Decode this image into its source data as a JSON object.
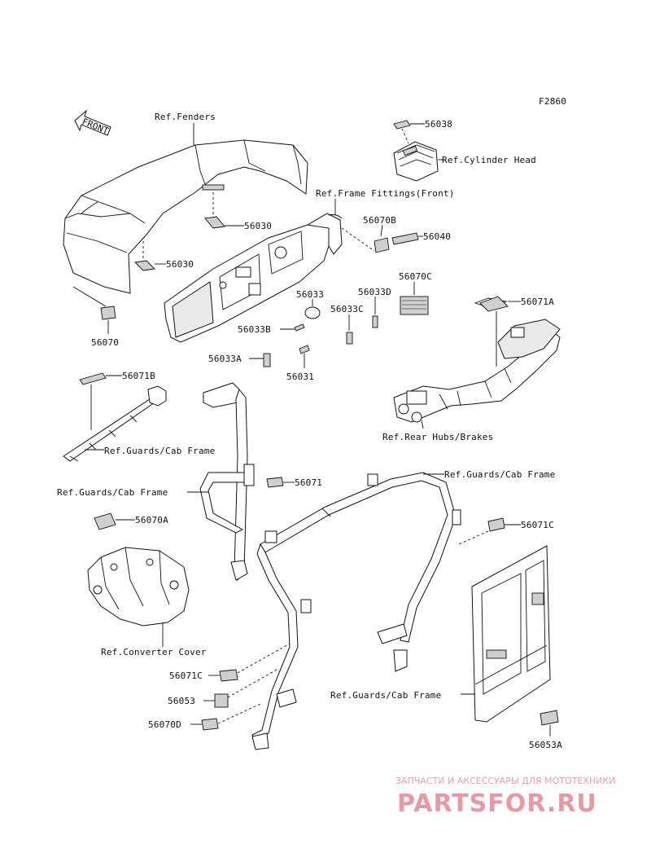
{
  "figure_id": "F2860",
  "front_arrow": "FRONT",
  "labels": {
    "ref_fenders": "Ref.Fenders",
    "ref_cylinder_head": "Ref.Cylinder Head",
    "ref_frame_fittings": "Ref.Frame Fittings(Front)",
    "ref_rear_hubs": "Ref.Rear Hubs/Brakes",
    "ref_guards_1": "Ref.Guards/Cab Frame",
    "ref_guards_2": "Ref.Guards/Cab Frame",
    "ref_guards_3": "Ref.Guards/Cab Frame",
    "ref_guards_4": "Ref.Guards/Cab Frame",
    "ref_converter": "Ref.Converter Cover",
    "p56038": "56038",
    "p56030a": "56030",
    "p56030b": "56030",
    "p56070": "56070",
    "p56070B": "56070B",
    "p56040": "56040",
    "p56070C": "56070C",
    "p56033": "56033",
    "p56033D": "56033D",
    "p56033C": "56033C",
    "p56033B": "56033B",
    "p56033A": "56033A",
    "p56031": "56031",
    "p56071A": "56071A",
    "p56071B": "56071B",
    "p56071": "56071",
    "p56070A": "56070A",
    "p56071C_right": "56071C",
    "p56071C_left": "56071C",
    "p56053": "56053",
    "p56070D": "56070D",
    "p56053A": "56053A"
  },
  "watermark": {
    "tagline": "ЗАПЧАСТИ И АКСЕССУАРЫ ДЛЯ МОТОТЕХНИКИ",
    "logo": "PARTSFOR.RU"
  },
  "colors": {
    "line": "#111111",
    "watermark": "#e89aa4"
  }
}
